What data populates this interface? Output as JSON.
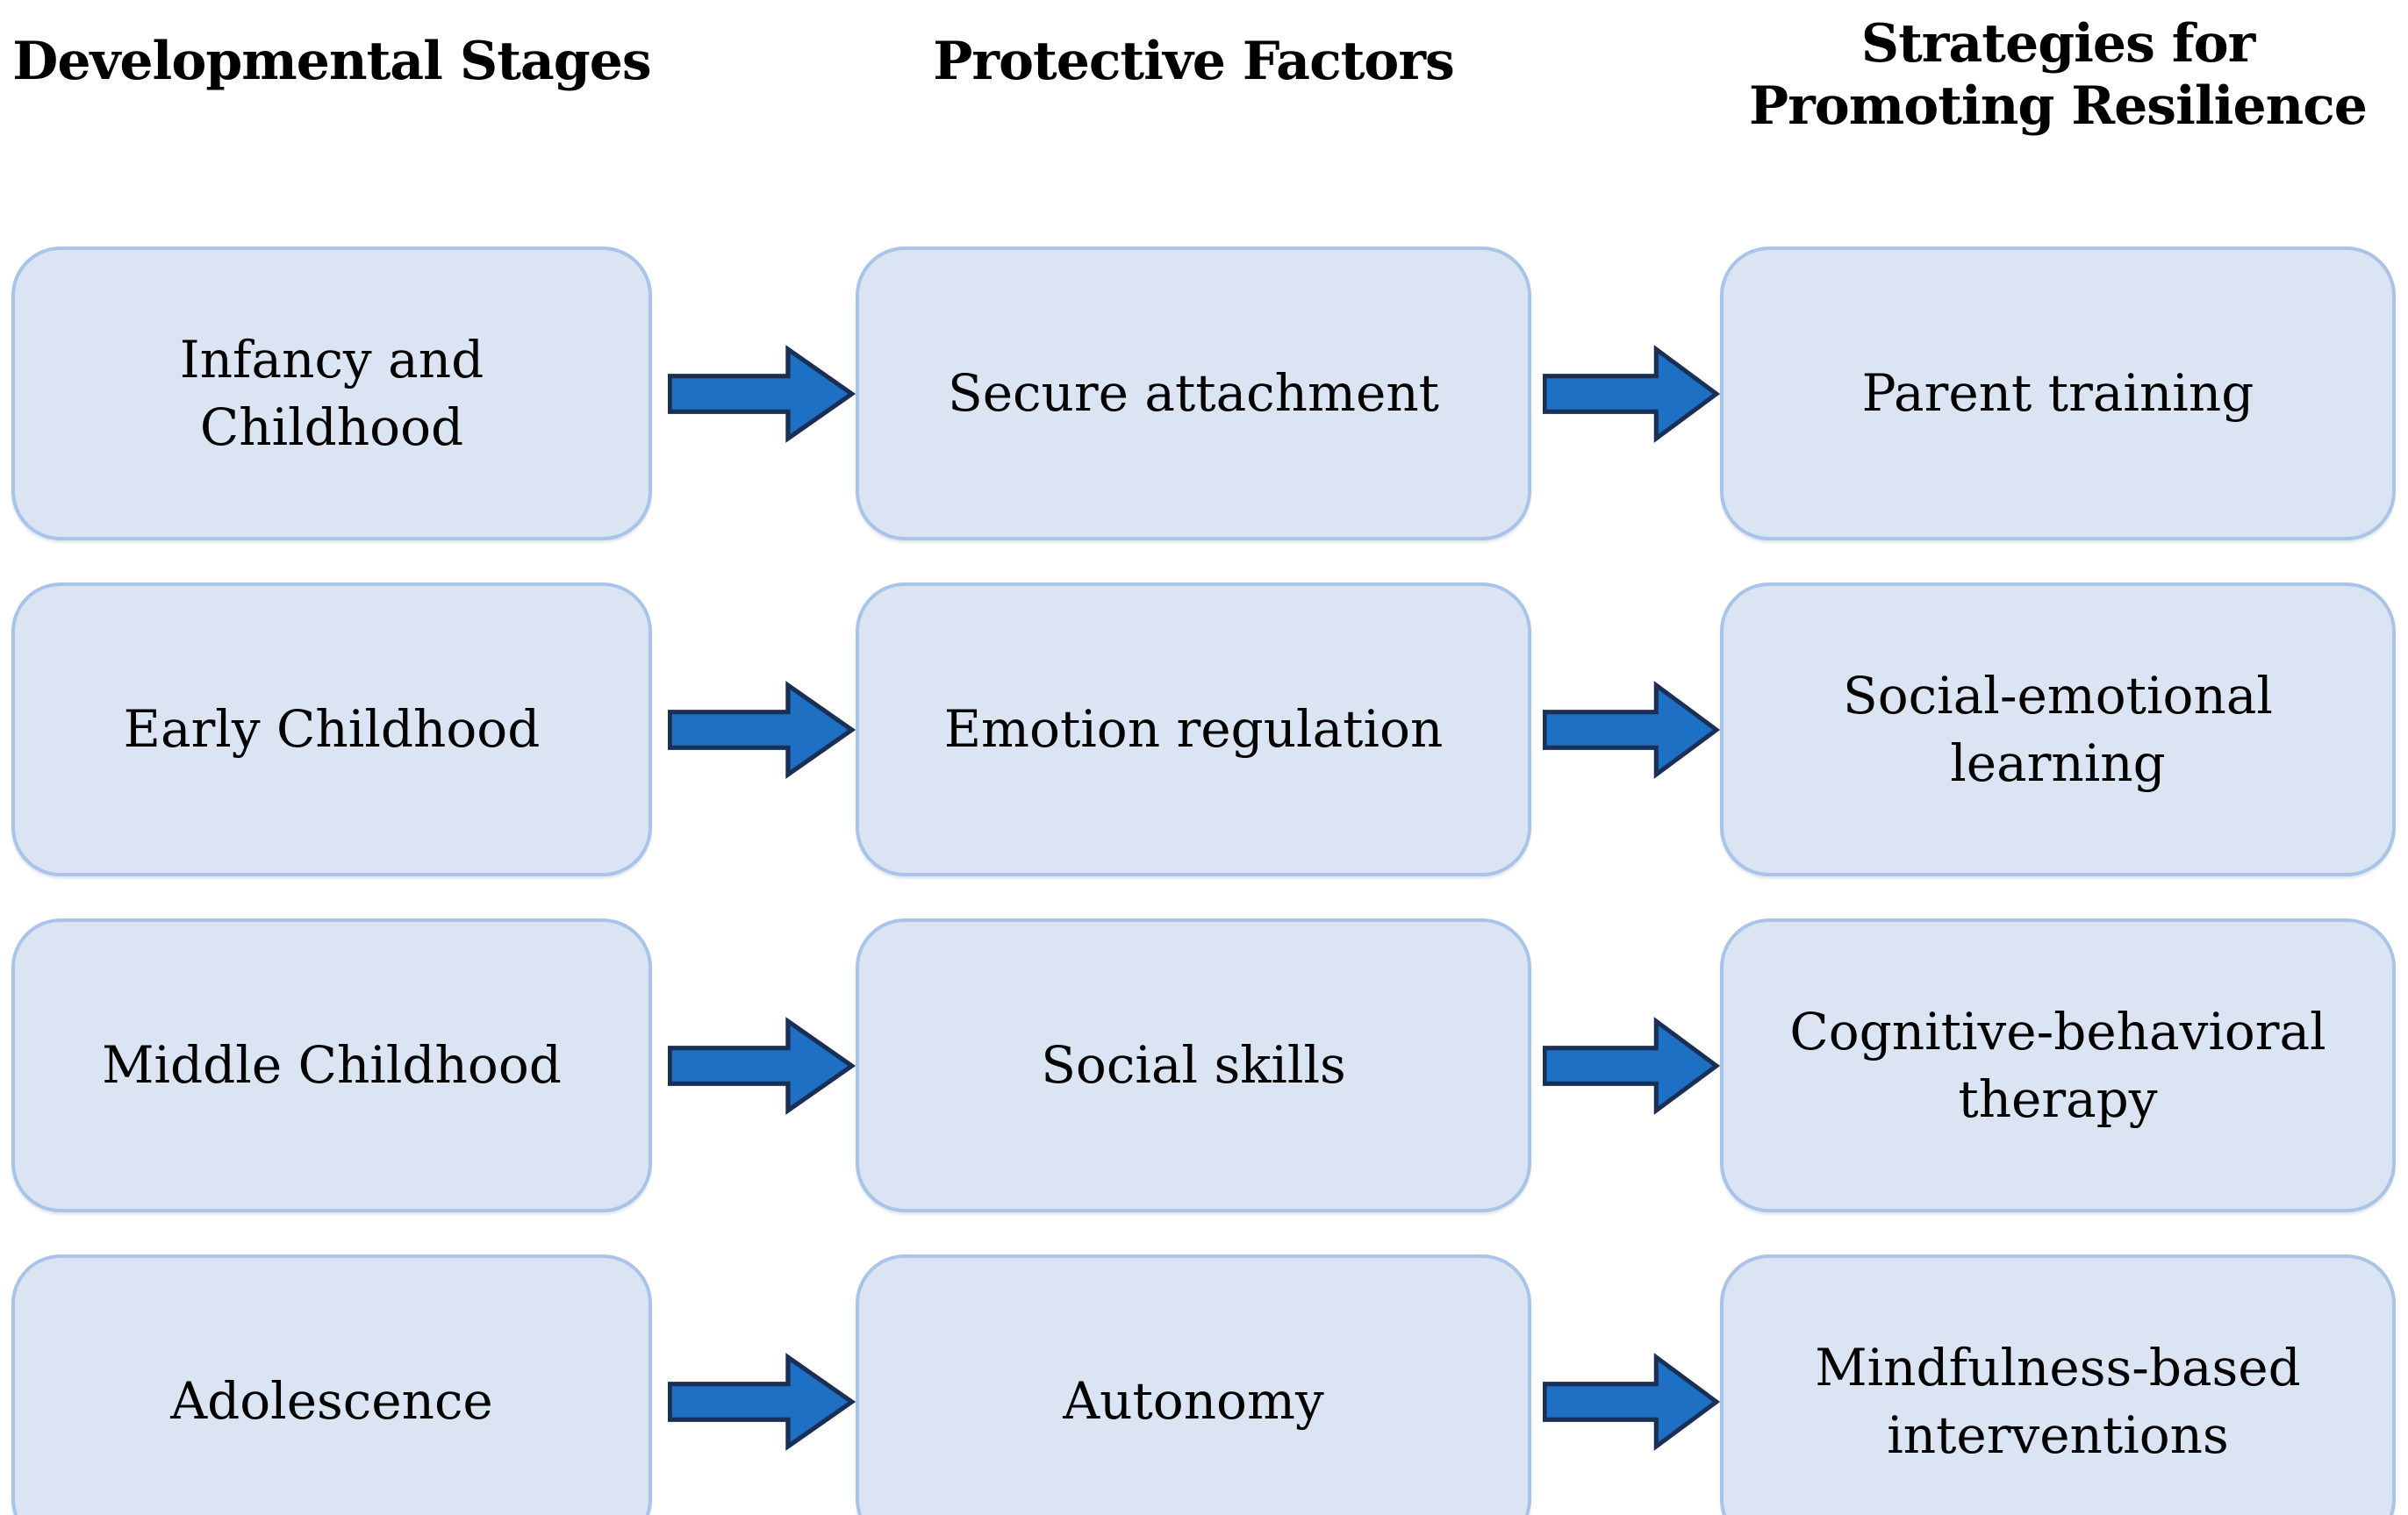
{
  "figure": {
    "headers": [
      "Developmental Stages",
      "Protective Factors",
      "Strategies for\nPromoting Resilience"
    ],
    "rows": [
      {
        "stage": "Infancy and\nChildhood",
        "factor": "Secure attachment",
        "strategy": "Parent training"
      },
      {
        "stage": "Early Childhood",
        "factor": "Emotion regulation",
        "strategy": "Social-emotional\nlearning"
      },
      {
        "stage": "Middle Childhood",
        "factor": "Social skills",
        "strategy": "Cognitive-behavioral\ntherapy"
      },
      {
        "stage": "Adolescence",
        "factor": "Autonomy",
        "strategy": "Mindfulness-based\ninterventions"
      }
    ],
    "colors": {
      "box_fill": "#dbe4f3",
      "box_border": "#a9c4e8",
      "arrow_fill": "#1e70c4",
      "arrow_outline": "#1a2f55",
      "text": "#000000",
      "background": "#ffffff"
    }
  }
}
